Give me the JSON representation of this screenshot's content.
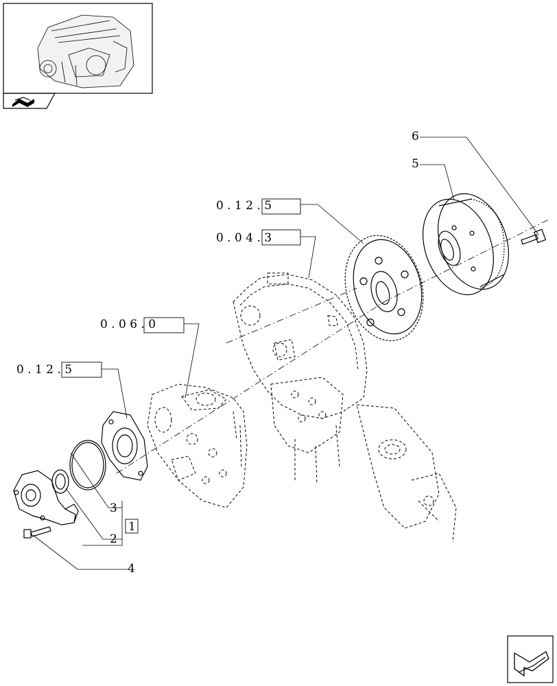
{
  "navigation": {
    "thumbnail_alt": "engine-thumbnail",
    "corner_icon": "book-arrow-icon",
    "next_icon": "next-page-arrow-icon"
  },
  "references": [
    {
      "id": "ref-012-5-top",
      "text": "0 . 1 2 . 5"
    },
    {
      "id": "ref-004-3",
      "text": "0 . 0 4 . 3"
    },
    {
      "id": "ref-006-0",
      "text": "0 . 0 6 . 0"
    },
    {
      "id": "ref-012-5-left",
      "text": "0 . 1 2 . 5"
    }
  ],
  "callouts": {
    "six": "6",
    "five": "5",
    "three": "3",
    "two": "2",
    "one": "1",
    "four": "4"
  }
}
